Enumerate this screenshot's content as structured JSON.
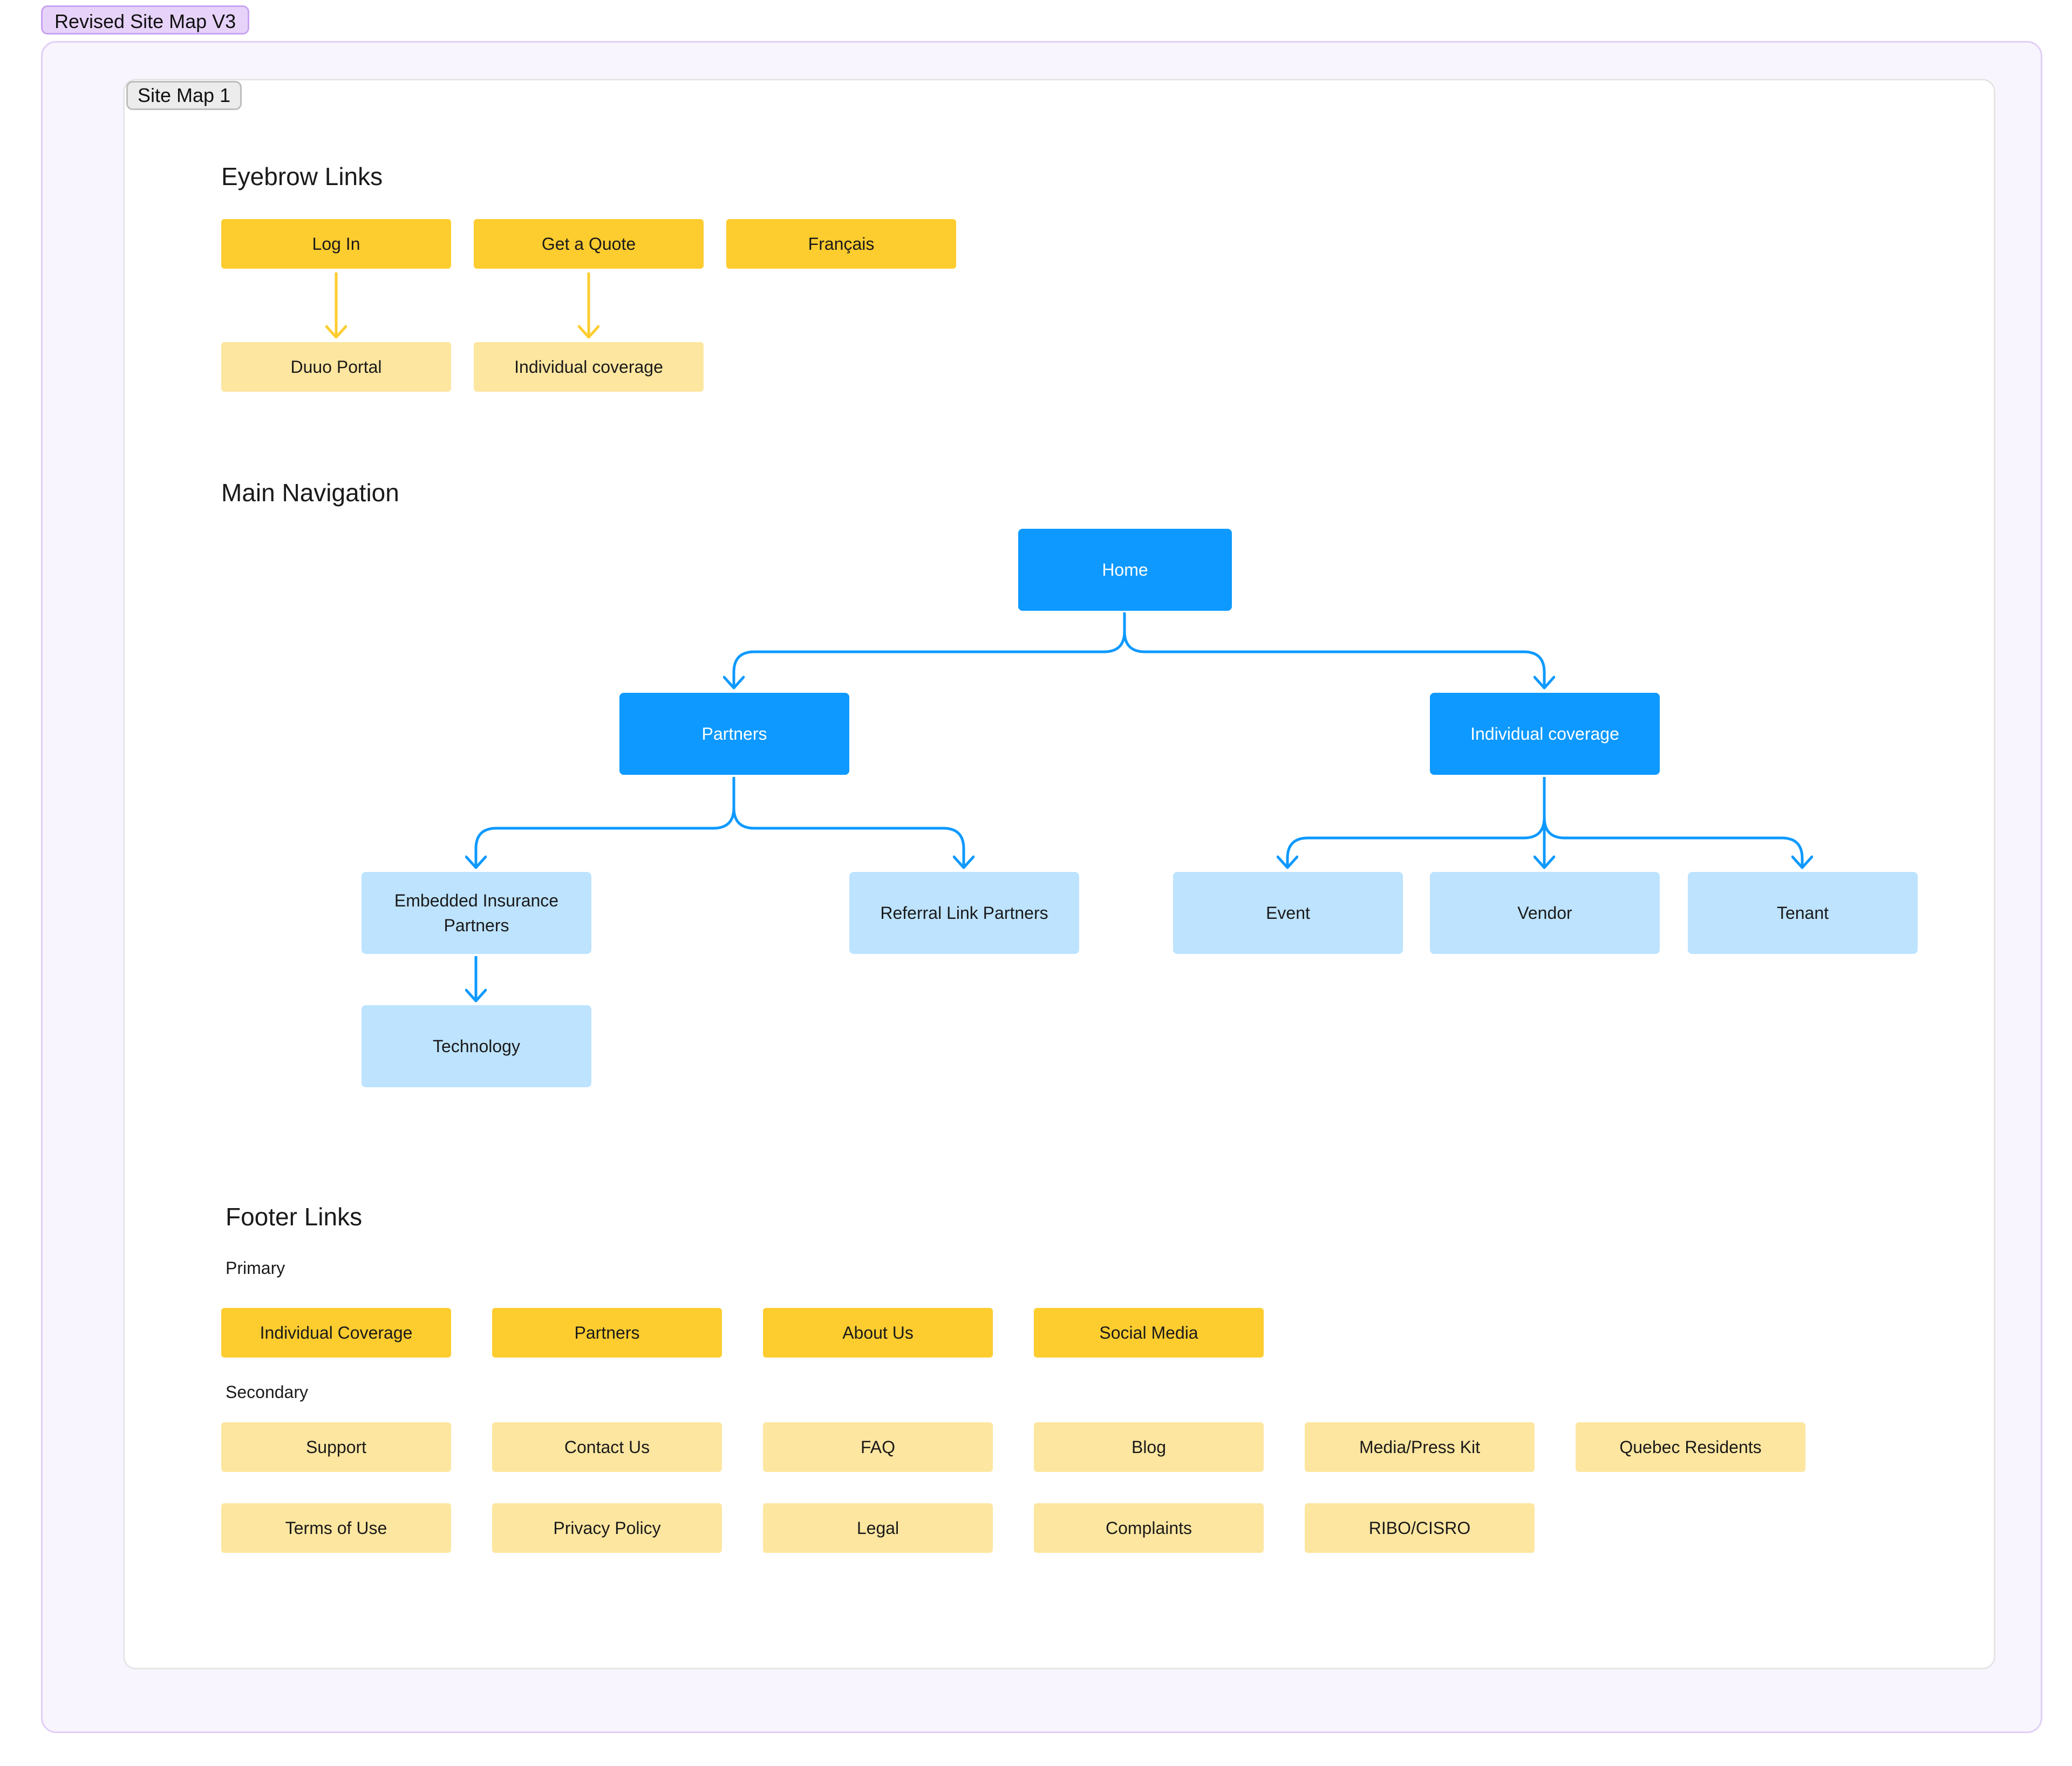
{
  "section": {
    "label": "Revised Site Map V3"
  },
  "board": {
    "label": "Site Map 1"
  },
  "eyebrow": {
    "title": "Eyebrow Links",
    "top": [
      "Log In",
      "Get a Quote",
      "Français"
    ],
    "children": [
      "Duuo Portal",
      "Individual coverage"
    ]
  },
  "main_nav": {
    "title": "Main Navigation",
    "home": "Home",
    "partners": "Partners",
    "individual": "Individual coverage",
    "embedded": "Embedded Insurance Partners",
    "referral": "Referral Link Partners",
    "technology": "Technology",
    "event": "Event",
    "vendor": "Vendor",
    "tenant": "Tenant"
  },
  "footer": {
    "title": "Footer Links",
    "primary_label": "Primary",
    "primary": [
      "Individual Coverage",
      "Partners",
      "About Us",
      "Social Media"
    ],
    "secondary_label": "Secondary",
    "secondary_row1": [
      "Support",
      "Contact Us",
      "FAQ",
      "Blog",
      "Media/Press Kit",
      "Quebec Residents"
    ],
    "secondary_row2": [
      "Terms of Use",
      "Privacy Policy",
      "Legal",
      "Complaints",
      "RIBO/CISRO"
    ]
  },
  "colors": {
    "primary_yellow": "#fdcc2f",
    "light_yellow": "#fde6a0",
    "primary_blue": "#0d99ff",
    "light_blue": "#bde3ff",
    "section_purple": "#e7d3fa"
  }
}
